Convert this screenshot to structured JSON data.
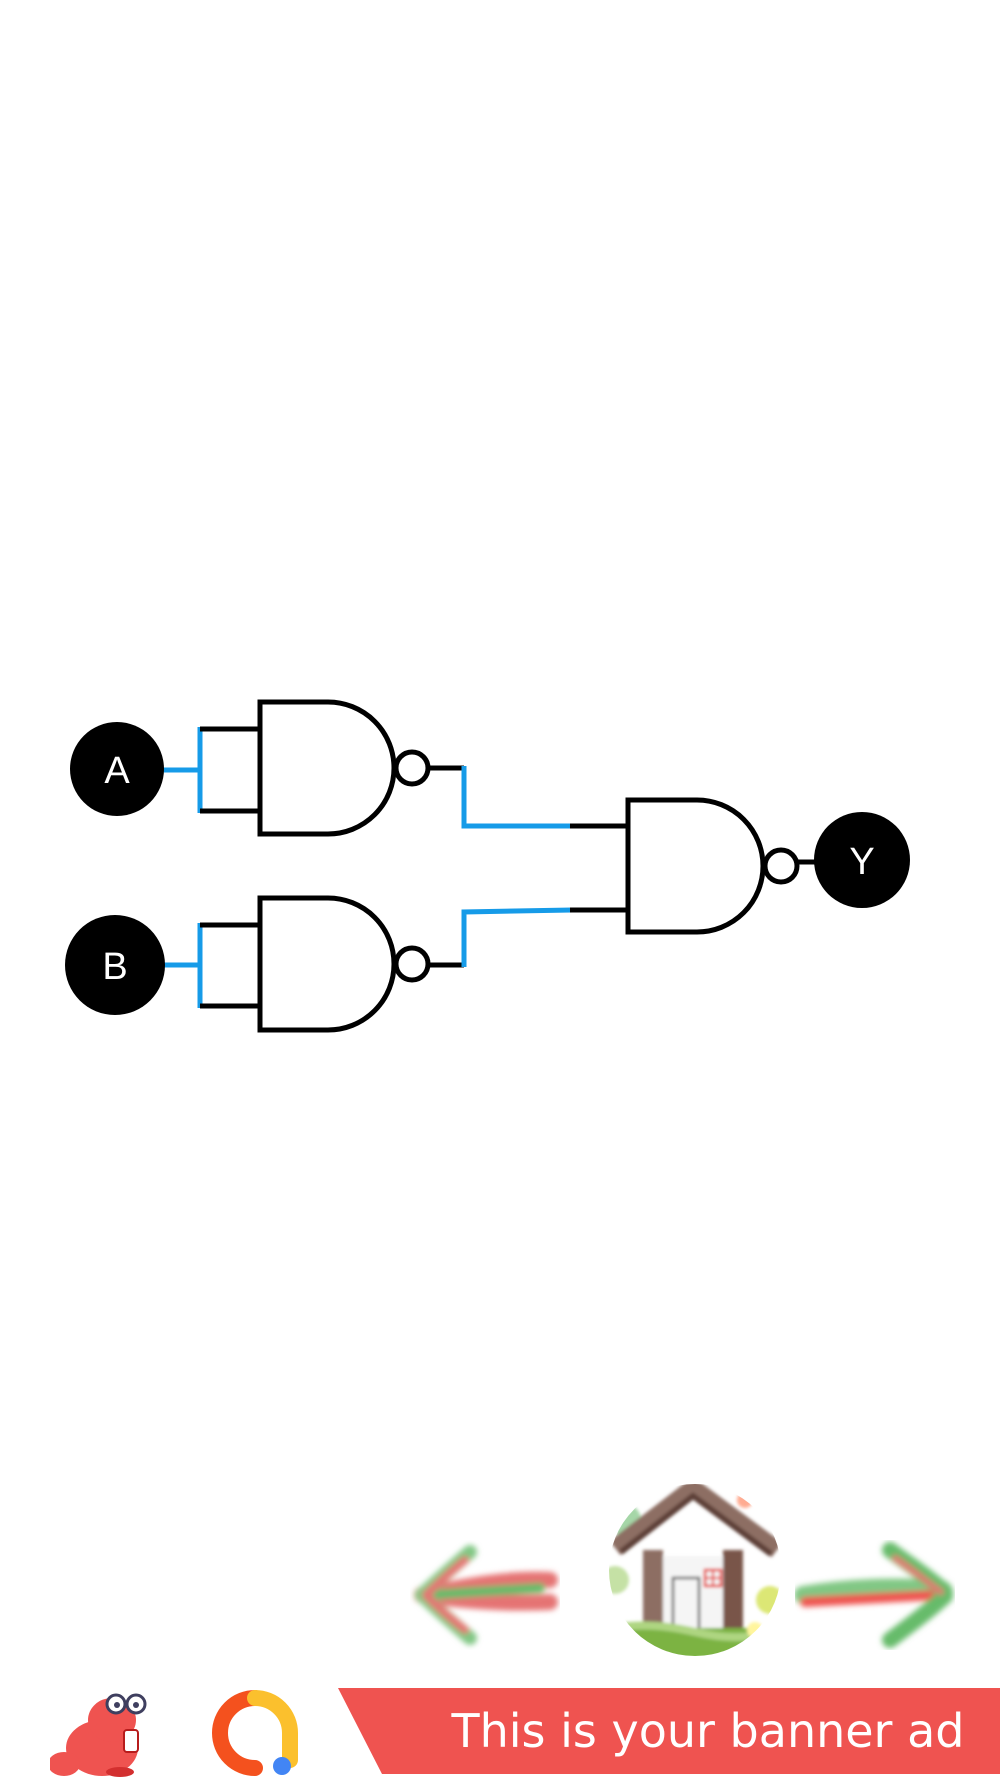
{
  "circuit": {
    "inputs": [
      {
        "label": "A"
      },
      {
        "label": "B"
      }
    ],
    "output": {
      "label": "Y"
    },
    "gates": [
      "nand",
      "nand",
      "nand"
    ],
    "colors": {
      "wire_active": "#169be8",
      "wire_idle": "#000000",
      "node_fill": "#000000"
    }
  },
  "navigation": {
    "back_icon": "left-arrow-icon",
    "home_icon": "house-icon",
    "forward_icon": "right-arrow-icon"
  },
  "ad": {
    "banner_text": "This is your banner ad",
    "banner_color": "#ef5350",
    "mascot_icon": "beaver-mascot-icon",
    "logo_icon": "ads-logo-icon"
  }
}
